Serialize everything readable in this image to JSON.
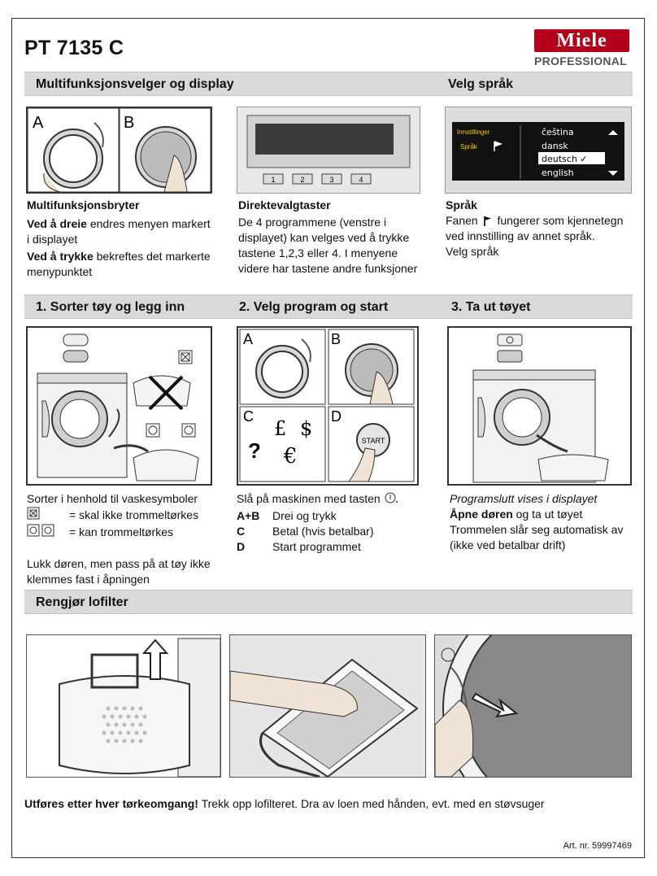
{
  "title": "PT 7135 C",
  "logo": {
    "brand": "Miele",
    "sub": "PROFESSIONAL"
  },
  "sections": {
    "multi": "Multifunksjonsvelger og display",
    "language": "Velg språk",
    "step1": "1. Sorter tøy og legg inn",
    "step2": "2. Velg program og start",
    "step3": "3. Ta ut tøyet",
    "lint": "Rengjør lofilter"
  },
  "panel_letters": {
    "a": "A",
    "b": "B",
    "c": "C",
    "d": "D"
  },
  "keys": [
    "1",
    "2",
    "3",
    "4"
  ],
  "lang_screen": {
    "left_items": [
      "Innstillinger",
      "Språk"
    ],
    "languages": [
      "čeština",
      "dansk",
      "deutsch ✓",
      "english"
    ]
  },
  "currency_symbols": {
    "pound": "£",
    "dollar": "$",
    "question": "?",
    "euro": "€"
  },
  "start_label": "START",
  "multi_text": {
    "heading": "Multifunksjonsbryter",
    "line1_bold": "Ved å dreie",
    "line1_rest": " endres menyen markert i displayet",
    "line2_bold": "Ved å trykke",
    "line2_rest": " bekreftes det markerte menypunktet"
  },
  "direct_text": {
    "heading": "Direktevalgtaster",
    "body": "De 4 programmene (venstre i displayet) kan velges ved å trykke tastene 1,2,3 eller 4. I menyene videre har tastene andre funksjoner"
  },
  "lang_text": {
    "heading": "Språk",
    "line1a": "Fanen",
    "line1b": "fungerer som kjennetegn ved innstilling av annet språk.",
    "line2": "Velg språk"
  },
  "step1_text": {
    "intro": "Sorter i henhold til vaskesymboler",
    "no_tumble": "= skal ikke trommeltørkes",
    "tumble": "= kan trommeltørkes",
    "close": "Lukk døren, men pass på at tøy ikke klemmes fast i åpningen"
  },
  "step2_text": {
    "intro": "Slå på maskinen med tasten",
    "rows": [
      {
        "key": "A+B",
        "text": "Drei og trykk"
      },
      {
        "key": "C",
        "text": "Betal (hvis betalbar)"
      },
      {
        "key": "D",
        "text": "Start programmet"
      }
    ]
  },
  "step3_text": {
    "italic": "Programslutt vises i displayet",
    "open_bold": "Åpne døren",
    "open_rest": " og ta ut tøyet",
    "auto": "Trommelen slår seg automatisk av (ikke ved betalbar drift)"
  },
  "footer": {
    "bold": "Utføres etter hver tørkeomgang!",
    "rest": " Trekk opp lofilteret. Dra av loen med hånden, evt. med en støvsuger"
  },
  "art_nr": "Art. nr. 59997469"
}
